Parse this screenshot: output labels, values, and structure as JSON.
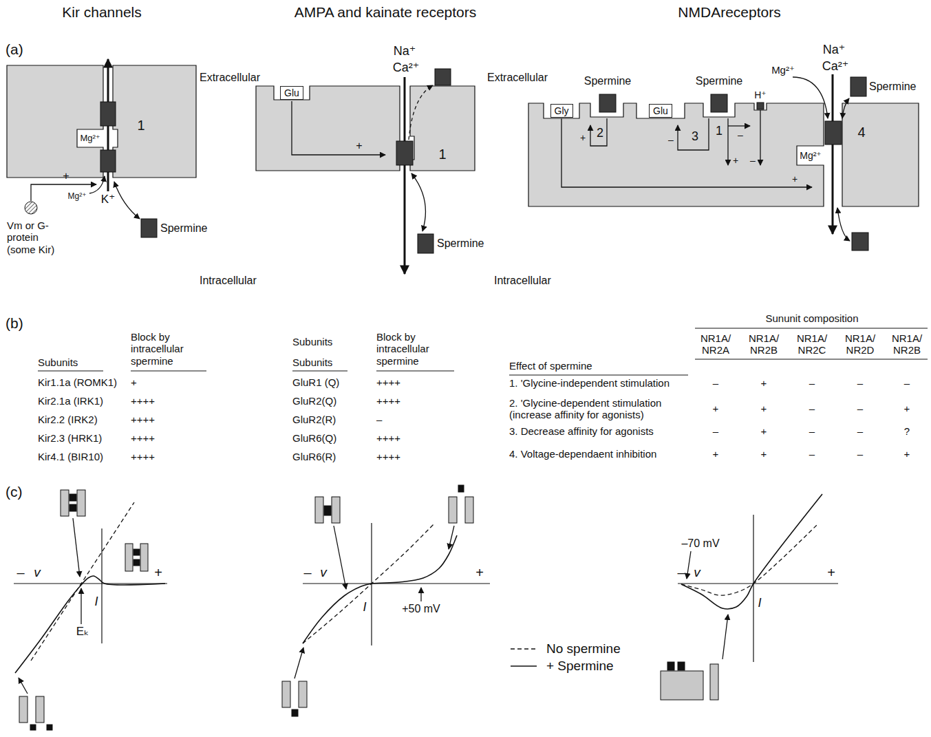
{
  "diagram": {
    "nodes": [
      {
        "text": [
          "Glu"
        ]
      },
      {
        "text": [
          "Gly"
        ]
      },
      {
        "text": [
          "Glu"
        ]
      }
    ],
    "labels": [
      "Kir channels",
      "AMPA and kainate receptors",
      "NMDAreceptors",
      "(a)",
      "Extracellular",
      "Extracellular",
      "Mg²⁺",
      "1",
      "Mg²⁺",
      "+",
      "Vm or G-protein (some Kir)",
      "K⁺",
      "Spermine",
      "Intracellular",
      "Na⁺",
      "Ca²⁺",
      "+",
      "1",
      "Spermine",
      "Na⁺",
      "Ca²⁺",
      "Spermine",
      "Spermine",
      "H⁺",
      "Mg²⁺",
      "Spermine",
      "2",
      "+",
      "3",
      "–",
      "1",
      "–",
      "+",
      "–",
      "Mg²⁺",
      "4",
      "+",
      "Intracellular",
      "(b)",
      "Subunits",
      "Block by intracellular spermine",
      "Kir1.1a (ROMK1)",
      "+",
      "Kir2.1a (IRK1)",
      "++++",
      "Kir2.2 (IRK2)",
      "++++",
      "Kir2.3 (HRK1)",
      "++++",
      "Kir4.1 (BIR10)",
      "++++",
      "Subunits",
      "Block by intracellular spermine",
      "Subunits",
      "GluR1 (Q)",
      "++++",
      "GluR2(Q)",
      "++++",
      "GluR2(R)",
      "–",
      "GluR6(Q)",
      "++++",
      "GluR6(R)",
      "++++",
      "Sununit composition",
      "Effect of spermine",
      "NR1A/ NR2A",
      "NR1A/ NR2B",
      "NR1A/ NR2C",
      "NR1A/ NR2D",
      "NR1A/ NR2B",
      "1. 'Glycine-independent stimulation",
      "–",
      "+",
      "–",
      "–",
      "–",
      "2. 'Glycine-dependent stimulation (increase affinity for agonists)",
      "+",
      "+",
      "–",
      "–",
      "+",
      "3. Decrease affinity for agonists",
      "–",
      "+",
      "–",
      "–",
      "?",
      "4. Voltage-dependaent inhibition",
      "+",
      "+",
      "–",
      "–",
      "+",
      "(c)",
      "–",
      "v",
      "+",
      "Eₖ",
      "I",
      "–",
      "v",
      "+",
      "I",
      "+50 mV",
      "–70 mV",
      "–",
      "v",
      "+",
      "I"
    ],
    "legend": [
      {
        "text": "No spermine"
      },
      {
        "text": "+ Spermine"
      }
    ]
  }
}
